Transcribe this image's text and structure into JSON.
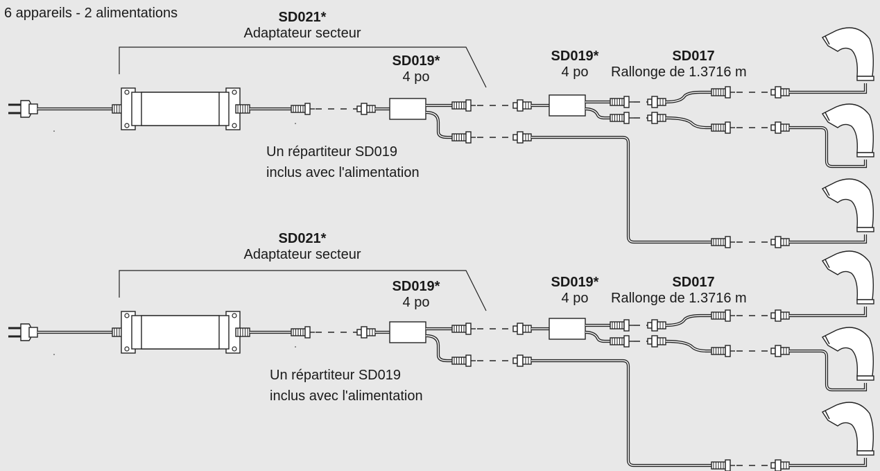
{
  "heading": "6 appareils - 2 alimentations",
  "colors": {
    "background": "#e8e8e8",
    "line": "#222222",
    "fill": "#ffffff"
  },
  "groups": [
    {
      "adapter": {
        "code": "SD021*",
        "name": "Adaptateur secteur"
      },
      "splitter_a": {
        "code": "SD019*",
        "size": "4 po"
      },
      "splitter_b": {
        "code": "SD019*",
        "size": "4 po"
      },
      "extension": {
        "code": "SD017",
        "name": "Rallonge de 1.3716 m"
      },
      "note_line1": "Un répartiteur SD019",
      "note_line2": "inclus avec l'alimentation"
    },
    {
      "adapter": {
        "code": "SD021*",
        "name": "Adaptateur secteur"
      },
      "splitter_a": {
        "code": "SD019*",
        "size": "4 po"
      },
      "splitter_b": {
        "code": "SD019*",
        "size": "4 po"
      },
      "extension": {
        "code": "SD017",
        "name": "Rallonge de 1.3716 m"
      },
      "note_line1": "Un répartiteur SD019",
      "note_line2": "inclus avec l'alimentation"
    }
  ],
  "icons": [
    "plug-icon",
    "power-supply-icon",
    "splitter-icon",
    "connector-icon",
    "faucet-icon"
  ]
}
